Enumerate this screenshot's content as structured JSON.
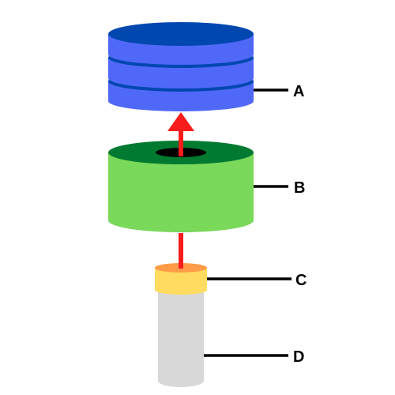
{
  "diagram": {
    "labels": {
      "a": "A",
      "b": "B",
      "c": "C",
      "d": "D"
    }
  },
  "colors": {
    "stack_blue": "#5068f8",
    "stack_blue_dark": "#0048b0",
    "ring_green": "#7ad85a",
    "ring_green_dark": "#007a30",
    "cap_yellow": "#ffdc60",
    "cap_orange": "#ff9c48",
    "rod_gray": "#d8d8d8",
    "arrow_red": "#f81c1c",
    "leader_black": "#000000"
  }
}
